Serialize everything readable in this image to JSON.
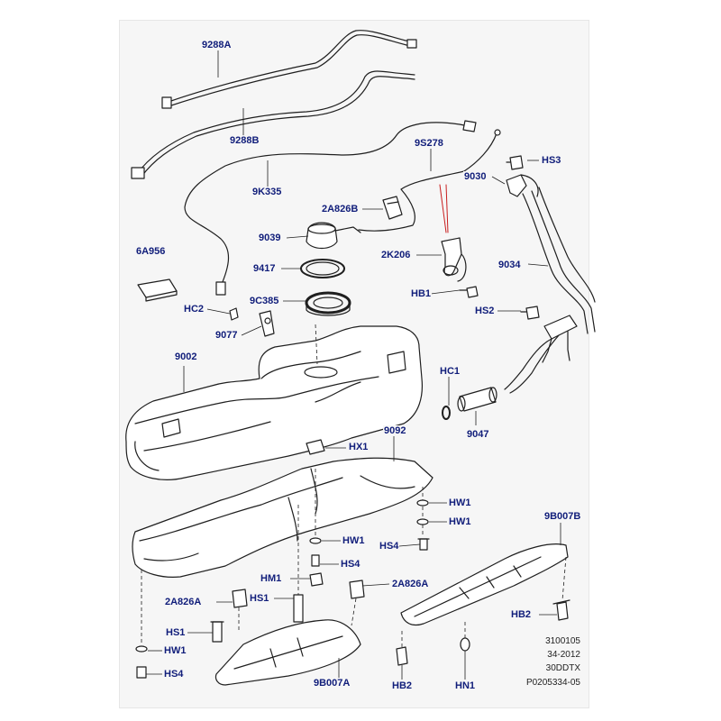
{
  "diagram": {
    "label_color": "#101d7a",
    "line_color": "#1f1f1f",
    "panel_color": "#f6f6f6",
    "labels": {
      "p9288A": "9288A",
      "p9288B": "9288B",
      "p9K335": "9K335",
      "p9S278": "9S278",
      "pHS3": "HS3",
      "p9030": "9030",
      "p2A826B": "2A826B",
      "p9039": "9039",
      "p2K206": "2K206",
      "p6A956": "6A956",
      "p9417": "9417",
      "p9034": "9034",
      "pHB1": "HB1",
      "p9C385": "9C385",
      "pHC2": "HC2",
      "pHS2": "HS2",
      "p9077": "9077",
      "p9002": "9002",
      "pHC1": "HC1",
      "p9047": "9047",
      "p9092": "9092",
      "pHX1": "HX1",
      "pHW1a": "HW1",
      "pHW1b": "HW1",
      "p9B007B": "9B007B",
      "pHW1c": "HW1",
      "pHS4a": "HS4",
      "pHS4b": "HS4",
      "pHM1": "HM1",
      "p2A826A_l": "2A826A",
      "pHS1a": "HS1",
      "p2A826A_r": "2A826A",
      "pHS1b": "HS1",
      "pHB2a": "HB2",
      "pHW1d": "HW1",
      "pHS4c": "HS4",
      "p9B007A": "9B007A",
      "pHB2b": "HB2",
      "pHN1": "HN1"
    },
    "reference_codes": [
      "3100105",
      "34-2012",
      "30DDTX",
      "P0205334-05"
    ]
  }
}
